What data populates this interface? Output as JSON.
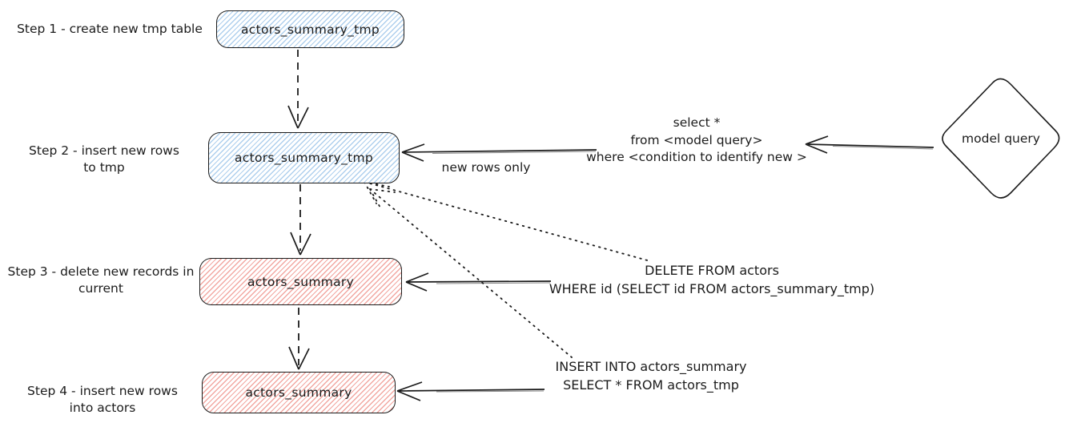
{
  "colors": {
    "stroke": "#1b1b1b",
    "tmp_hatch": "#aecfed",
    "current_hatch": "#f2a7a1",
    "background": "#ffffff"
  },
  "steps": [
    {
      "caption_line1": "Step 1 - create new tmp table",
      "caption_line2": "",
      "node_label": "actors_summary_tmp",
      "node_kind": "tmp"
    },
    {
      "caption_line1": "Step 2 - insert new rows",
      "caption_line2": "to tmp",
      "node_label": "actors_summary_tmp",
      "node_kind": "tmp"
    },
    {
      "caption_line1": "Step 3 - delete new records in",
      "caption_line2": "current",
      "node_label": "actors_summary",
      "node_kind": "current"
    },
    {
      "caption_line1": "Step 4 - insert new rows",
      "caption_line2": "into actors",
      "node_label": "actors_summary",
      "node_kind": "current"
    }
  ],
  "model_query_node": {
    "label": "model query"
  },
  "annotations": {
    "select_query": {
      "line1": "select *",
      "line2": "from <model query>",
      "line3": "where <condition to identify new >"
    },
    "new_rows_only": "new rows only",
    "delete_query": {
      "line1": "DELETE FROM actors",
      "line2": "WHERE id (SELECT id FROM actors_summary_tmp)"
    },
    "insert_query": {
      "line1": "INSERT INTO actors_summary",
      "line2": "SELECT * FROM actors_tmp"
    }
  }
}
